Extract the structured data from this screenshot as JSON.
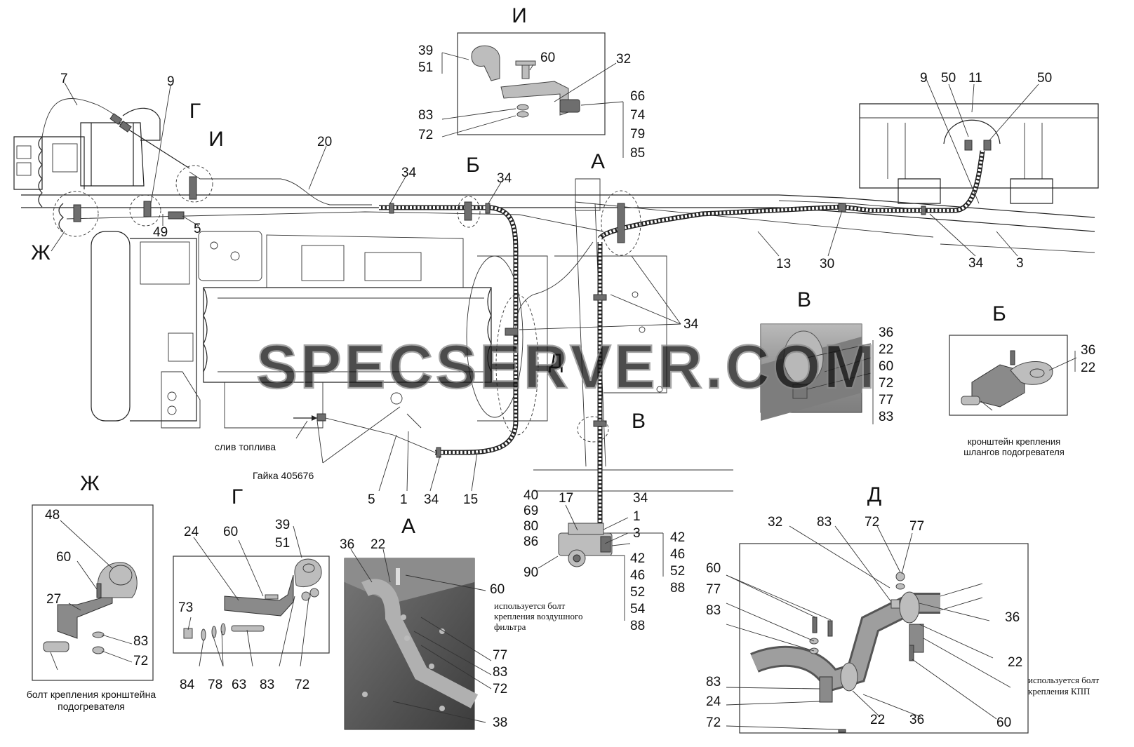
{
  "views": {
    "I": "И",
    "G": "Г",
    "B": "Б",
    "A": "А",
    "V": "В",
    "D": "Д",
    "Zh": "Ж"
  },
  "captions": {
    "fuel_drain": "слив топлива",
    "nut": "Гайка 405676",
    "heater_hose_bracket": "кронштейн крепления шлангов подогревателя",
    "heater_bracket_bolt": "болт крепления кронштейна подогревателя",
    "air_filter_bolt": "используется болт крепления воздушного фильтра",
    "kpp_bolt": "используется болт крепления КПП"
  },
  "watermark": "SPECSERVER.COM",
  "callouts": {
    "main_7": "7",
    "main_9": "9",
    "main_20": "20",
    "main_34a": "34",
    "main_34b": "34",
    "main_49": "49",
    "main_5a": "5",
    "main_9b": "9",
    "main_50a": "50",
    "main_11": "11",
    "main_50b": "50",
    "main_13": "13",
    "main_30": "30",
    "main_34c": "34",
    "main_3": "3",
    "main_34d": "34",
    "main_5b": "5",
    "main_1": "1",
    "main_34e": "34",
    "main_15": "15",
    "main_40": "40",
    "main_69": "69",
    "main_80": "80",
    "main_86": "86",
    "main_17": "17",
    "main_34f": "34",
    "main_1b": "1",
    "main_3b": "3",
    "main_90": "90",
    "main_42a": "42",
    "main_46a": "46",
    "main_52a": "52",
    "main_88a": "88",
    "main_42b": "42",
    "main_46b": "46",
    "main_52b": "52",
    "main_54": "54",
    "main_88b": "88",
    "i_39": "39",
    "i_51": "51",
    "i_60": "60",
    "i_32": "32",
    "i_83": "83",
    "i_72": "72",
    "i_66": "66",
    "i_74": "74",
    "i_79": "79",
    "i_85": "85",
    "v_36": "36",
    "v_22": "22",
    "v_60": "60",
    "v_72": "72",
    "v_77": "77",
    "v_83": "83",
    "b_36": "36",
    "b_22": "22",
    "zh_48": "48",
    "zh_60": "60",
    "zh_27": "27",
    "zh_83": "83",
    "zh_72": "72",
    "g_39": "39",
    "g_51": "51",
    "g_24": "24",
    "g_60": "60",
    "g_73": "73",
    "g_84": "84",
    "g_78": "78",
    "g_63": "63",
    "g_83": "83",
    "g_72": "72",
    "a_36": "36",
    "a_22": "22",
    "a_60": "60",
    "a_77": "77",
    "a_83": "83",
    "a_72": "72",
    "a_38": "38",
    "d_32": "32",
    "d_83a": "83",
    "d_72a": "72",
    "d_77a": "77",
    "d_60a": "60",
    "d_77b": "77",
    "d_83b": "83",
    "d_36a": "36",
    "d_22a": "22",
    "d_83c": "83",
    "d_24": "24",
    "d_72b": "72",
    "d_22b": "22",
    "d_36b": "36",
    "d_60b": "60"
  }
}
